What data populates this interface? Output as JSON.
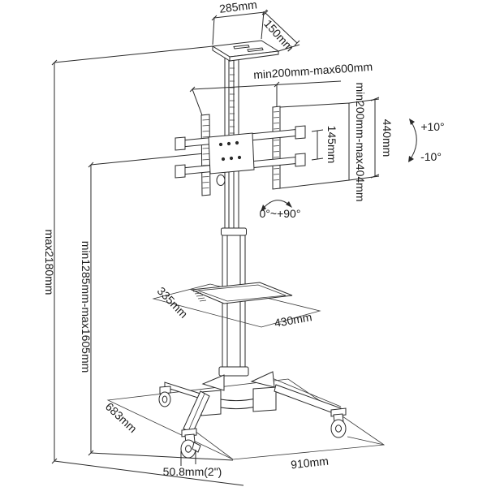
{
  "diagram": {
    "type": "product-dimension-drawing",
    "subject": "mobile TV cart floor stand with casters",
    "colors": {
      "line": "#2a2a2a",
      "background": "#ffffff",
      "text": "#1a1a1a"
    },
    "labels": {
      "top_tray_width": "285mm",
      "top_tray_depth": "150mm",
      "vesa_width_range": "min200mm-max600mm",
      "vesa_height_range": "min200mm-max404mm",
      "bracket_height": "440mm",
      "arm_spacing": "145mm",
      "tilt_up": "+10°",
      "tilt_down": "-10°",
      "swivel_range": "0°~+90°",
      "overall_height": "max2180mm",
      "screen_center_height": "min1285mm-max1605mm",
      "shelf_depth": "335mm",
      "shelf_width": "430mm",
      "base_depth": "683mm",
      "base_width": "910mm",
      "caster_diameter": "50.8mm(2\")"
    }
  }
}
